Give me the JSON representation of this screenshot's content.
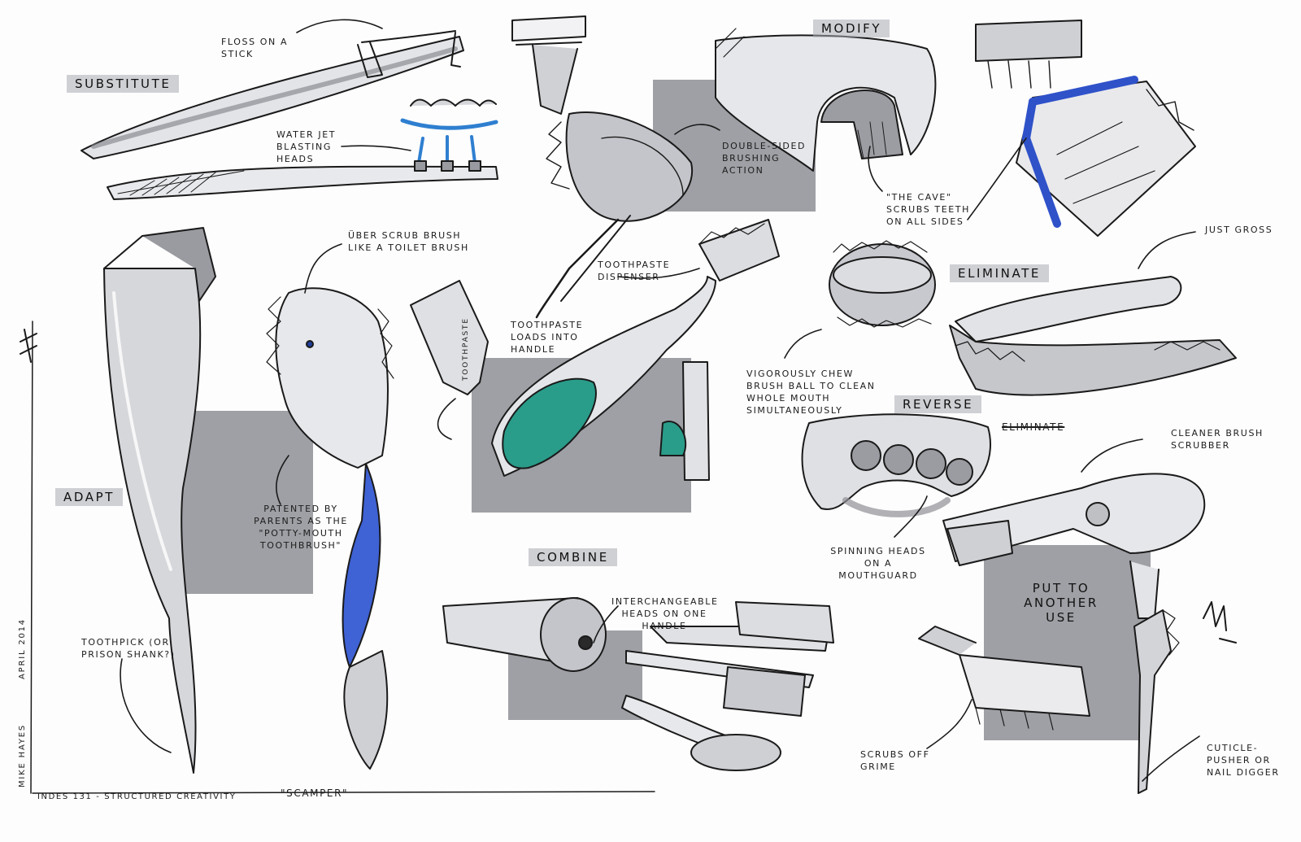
{
  "colors": {
    "marker_gray": "#8e8f95",
    "light_gray": "#c9cacf",
    "ink": "#1a1a1a",
    "blue": "#2f52c9",
    "teal": "#2a9c8a",
    "paper": "#fdfdfd"
  },
  "sections": {
    "substitute": "Substitute",
    "modify": "Modify",
    "adapt": "Adapt",
    "combine": "Combine",
    "eliminate": "Eliminate",
    "reverse": "Reverse",
    "put_to_another_use": "Put to Another Use"
  },
  "annotations": {
    "floss_on_a_stick": "Floss on a stick",
    "water_jet": "Water jet blasting heads",
    "double_sided": "Double-sided brushing action",
    "the_cave": "\"The cave\" scrubs teeth on all sides",
    "uber_scrub": "Über scrub brush like a toilet brush",
    "toothpaste_dispenser": "Toothpaste dispenser",
    "toothpaste_loads": "Toothpaste loads into handle",
    "just_gross": "Just gross",
    "chew_ball": "Vigorously chew brush ball to clean whole mouth simultaneously",
    "cleaner_brush": "Cleaner brush scrubber",
    "patented_by": "Patented by parents as the \"Potty-mouth toothbrush\"",
    "spinning_heads": "Spinning heads on a mouthguard",
    "interchangeable": "Interchangeable heads on one handle",
    "toothpick": "Toothpick (or prison shank?)",
    "scrubs_grime": "Scrubs off grime",
    "cuticle": "Cuticle-pusher or nail digger",
    "struck_word": "Eliminate",
    "tube_print": "Toothpaste"
  },
  "footer": {
    "course": "INDES 131 - Structured Creativity",
    "method": "\"Scamper\"",
    "author": "Mike Hayes",
    "date": "April 2014"
  }
}
